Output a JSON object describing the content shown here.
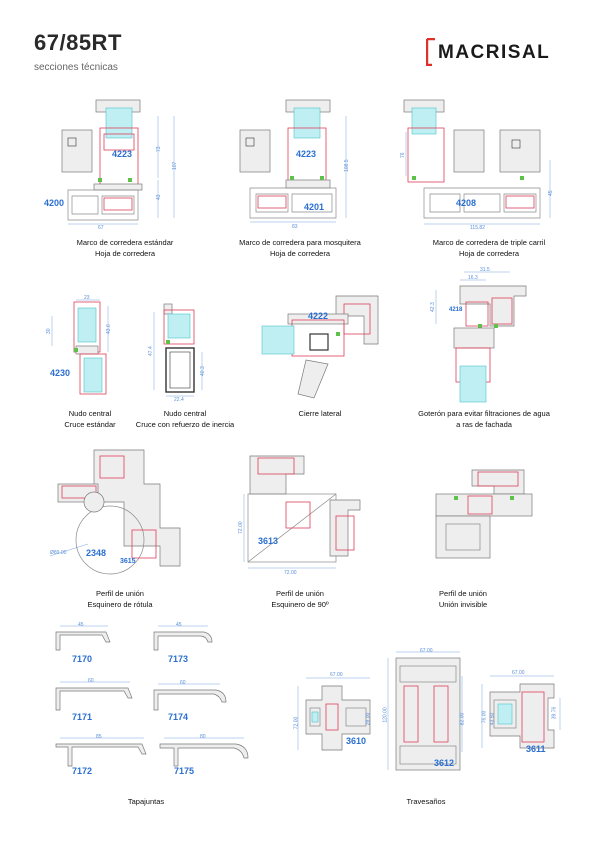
{
  "header": {
    "title": "67/85RT",
    "subtitle": "secciones técnicas",
    "brand": "MACRISAL"
  },
  "colors": {
    "code": "#2a6fd1",
    "frame": "#e0405a",
    "seal": "#5ec24a",
    "glass": "#4cc3c9",
    "dimension": "#5a8fd8"
  },
  "sections": [
    {
      "codes": [
        "4223",
        "4200"
      ],
      "caption_lines": [
        "Marco de corredera estándar",
        "Hoja de corredera"
      ],
      "dims": [
        "67",
        "107",
        "73",
        "43"
      ]
    },
    {
      "codes": [
        "4223",
        "4201"
      ],
      "caption_lines": [
        "Marco de corredera para mosquitera",
        "Hoja de corredera"
      ],
      "dims": [
        "83",
        "108.5"
      ]
    },
    {
      "codes": [
        "4208"
      ],
      "caption_lines": [
        "Marco de corredera de triple carril",
        "Hoja de corredera"
      ],
      "dims": [
        "115.82",
        "76",
        "45"
      ]
    },
    {
      "codes": [
        "4230"
      ],
      "caption_lines": [
        "Nudo central",
        "Cruce estándar"
      ],
      "dims": [
        "23",
        "30",
        "43.6"
      ]
    },
    {
      "codes": [],
      "caption_lines": [
        "Nudo central",
        "Cruce con refuerzo de inercia"
      ],
      "dims": [
        "22.4",
        "47.4",
        "40.3"
      ]
    },
    {
      "codes": [
        "4222"
      ],
      "caption_lines": [
        "Cierre lateral"
      ],
      "dims": []
    },
    {
      "codes": [
        "4218"
      ],
      "caption_lines": [
        "Goterón para evitar filtraciones de agua",
        "a ras de fachada"
      ],
      "dims": [
        "31.5",
        "16.3",
        "42.3"
      ]
    },
    {
      "codes": [
        "2348",
        "3615"
      ],
      "caption_lines": [
        "Perfil de unión",
        "Esquinero de rótula"
      ],
      "dims": [
        "Ø89.00"
      ]
    },
    {
      "codes": [
        "3613"
      ],
      "caption_lines": [
        "Perfil de unión",
        "Esquinero de 90º"
      ],
      "dims": [
        "72.00",
        "72.00"
      ]
    },
    {
      "codes": [],
      "caption_lines": [
        "Perfil de unión",
        "Unión invisible"
      ],
      "dims": []
    }
  ],
  "tapajuntas": {
    "items": [
      {
        "code": "7170",
        "dim": "45"
      },
      {
        "code": "7173",
        "dim": "45"
      },
      {
        "code": "7171",
        "dim": "60"
      },
      {
        "code": "7174",
        "dim": "60"
      },
      {
        "code": "7172",
        "dim": "85"
      },
      {
        "code": "7175",
        "dim": "80"
      }
    ],
    "caption": "Tapajuntas"
  },
  "travesanos": {
    "items": [
      {
        "code": "3610",
        "dims": [
          "67.00",
          "72.00",
          "28.00"
        ]
      },
      {
        "code": "3612",
        "dims": [
          "67.00",
          "120.00",
          "82.00"
        ]
      },
      {
        "code": "3611",
        "dims": [
          "67.00",
          "76.00",
          "43.50",
          "39.76"
        ]
      }
    ],
    "caption": "Travesaños"
  }
}
